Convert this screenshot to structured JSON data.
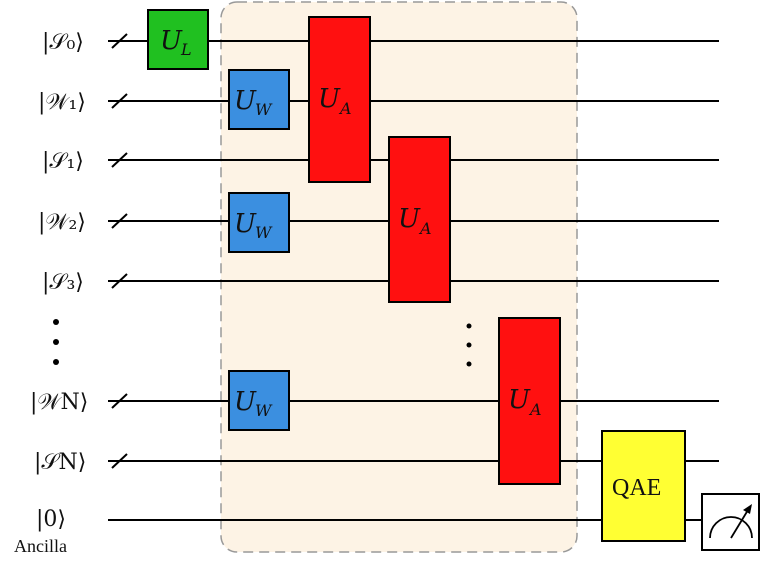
{
  "wires": [
    {
      "id": "s0",
      "label": "|𝒮₀⟩"
    },
    {
      "id": "w1",
      "label": "|𝒲₁⟩"
    },
    {
      "id": "s1",
      "label": "|𝒮₁⟩"
    },
    {
      "id": "w2",
      "label": "|𝒲₂⟩"
    },
    {
      "id": "s3",
      "label": "|𝒮₃⟩"
    },
    {
      "id": "wn",
      "label": "|𝒲N⟩"
    },
    {
      "id": "sn",
      "label": "|𝒮N⟩"
    },
    {
      "id": "anc",
      "label": "|0⟩",
      "sublabel": "Ancilla"
    }
  ],
  "gates": {
    "ul": {
      "main": "U",
      "sub": "L"
    },
    "uw": {
      "main": "U",
      "sub": "W"
    },
    "ua": {
      "main": "U",
      "sub": "A"
    },
    "qae": "QAE"
  },
  "colors": {
    "ul": "#20c020",
    "uw": "#3b8fe0",
    "ua": "#ff1010",
    "qae": "#ffff33",
    "box_fill": "#fdf3e5",
    "box_border": "#999999"
  },
  "icons": {
    "meter": "measurement-meter-icon",
    "bundle": "slash-bundle-icon",
    "vdots": "vertical-ellipsis-icon"
  }
}
